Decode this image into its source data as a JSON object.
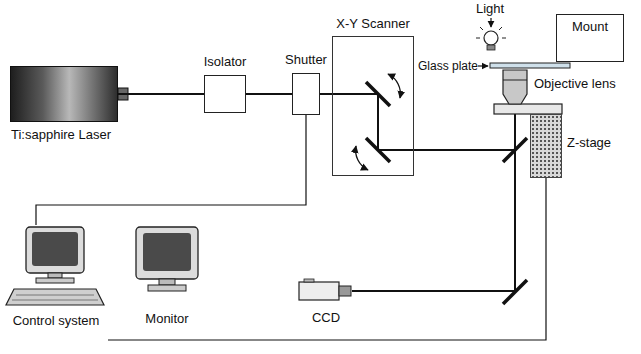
{
  "diagram": {
    "nodes": [
      {
        "text": [
          "Ti:sapphire Laser"
        ]
      },
      {
        "text": [
          "Isolator"
        ]
      },
      {
        "text": [
          "Shutter"
        ]
      },
      {
        "text": [
          "X-Y Scanner"
        ]
      },
      {
        "text": [
          "Mount"
        ]
      },
      {
        "text": [
          "Z-stage"
        ]
      },
      {
        "text": [
          "Control system"
        ]
      },
      {
        "text": [
          "Monitor"
        ]
      },
      {
        "text": [
          "CCD"
        ]
      }
    ],
    "edges": [
      {
        "from": 0,
        "to": 1,
        "arrow": "none"
      },
      {
        "from": 1,
        "to": 2,
        "arrow": "none"
      },
      {
        "from": 2,
        "to": 3,
        "arrow": "none"
      },
      {
        "from": 2,
        "to": 6,
        "arrow": "none"
      },
      {
        "from": 5,
        "to": 6,
        "arrow": "none"
      }
    ],
    "labels": [
      "Light",
      "Glass plate",
      "Objective lens"
    ]
  }
}
